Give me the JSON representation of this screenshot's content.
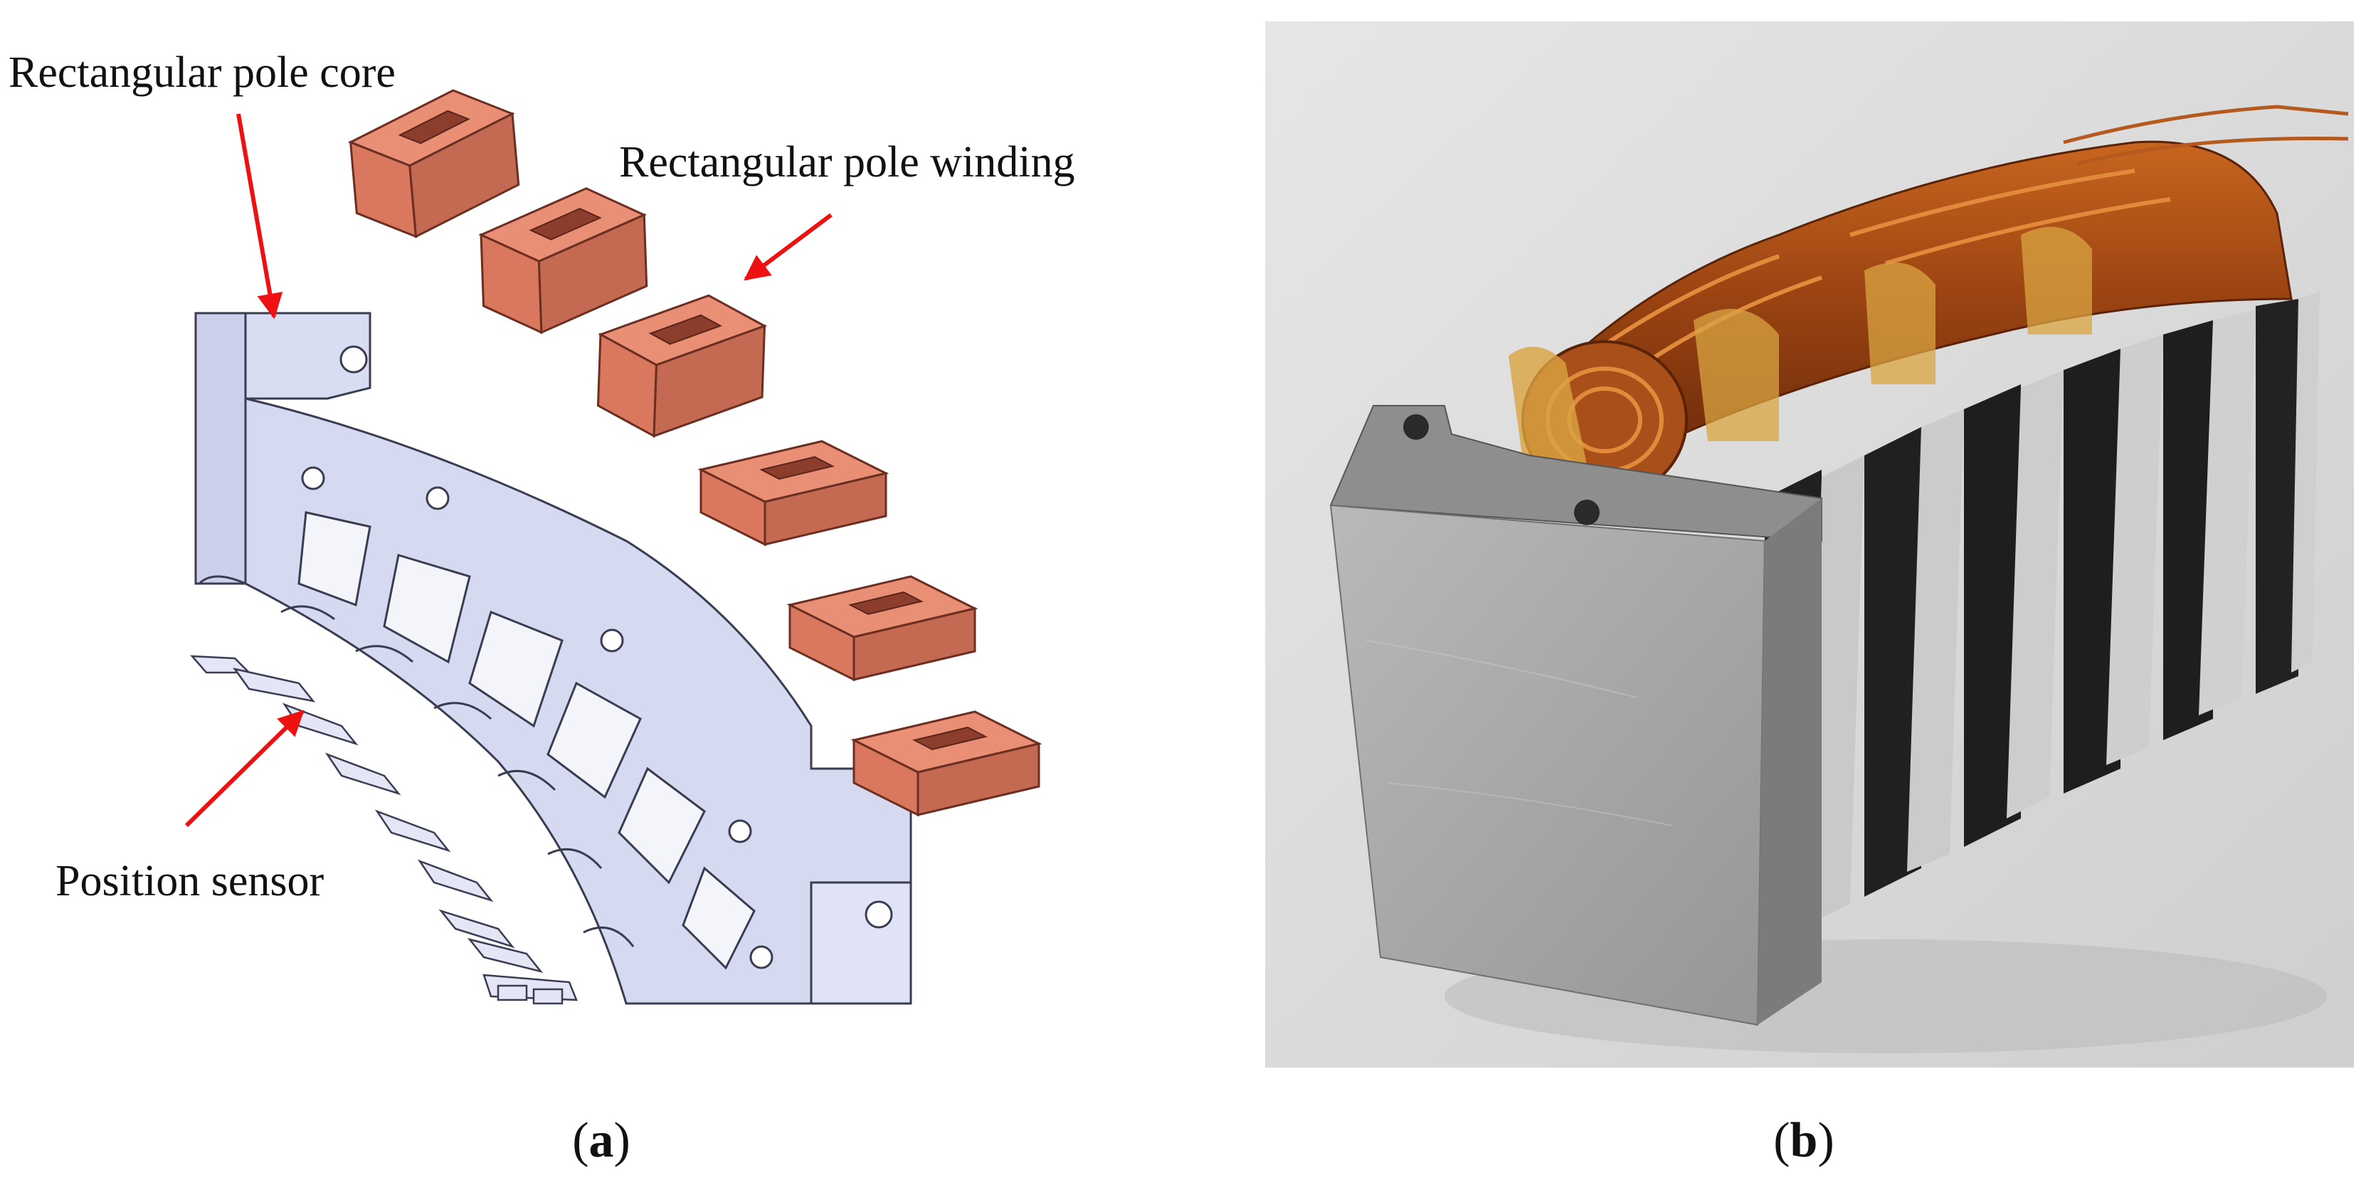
{
  "panel_a": {
    "labels": {
      "pole_core": "Rectangular pole core",
      "pole_winding": "Rectangular pole winding",
      "position_sensor": "Position sensor"
    },
    "caption": {
      "open": "(",
      "letter": "a",
      "close": ")"
    }
  },
  "panel_b": {
    "caption": {
      "open": "(",
      "letter": "b",
      "close": ")"
    }
  },
  "colors": {
    "arrow": "#ee1111",
    "copper_coil": "#d9785e",
    "core_steel": "#d6daf0",
    "photo_background": "#d9d9d9"
  }
}
